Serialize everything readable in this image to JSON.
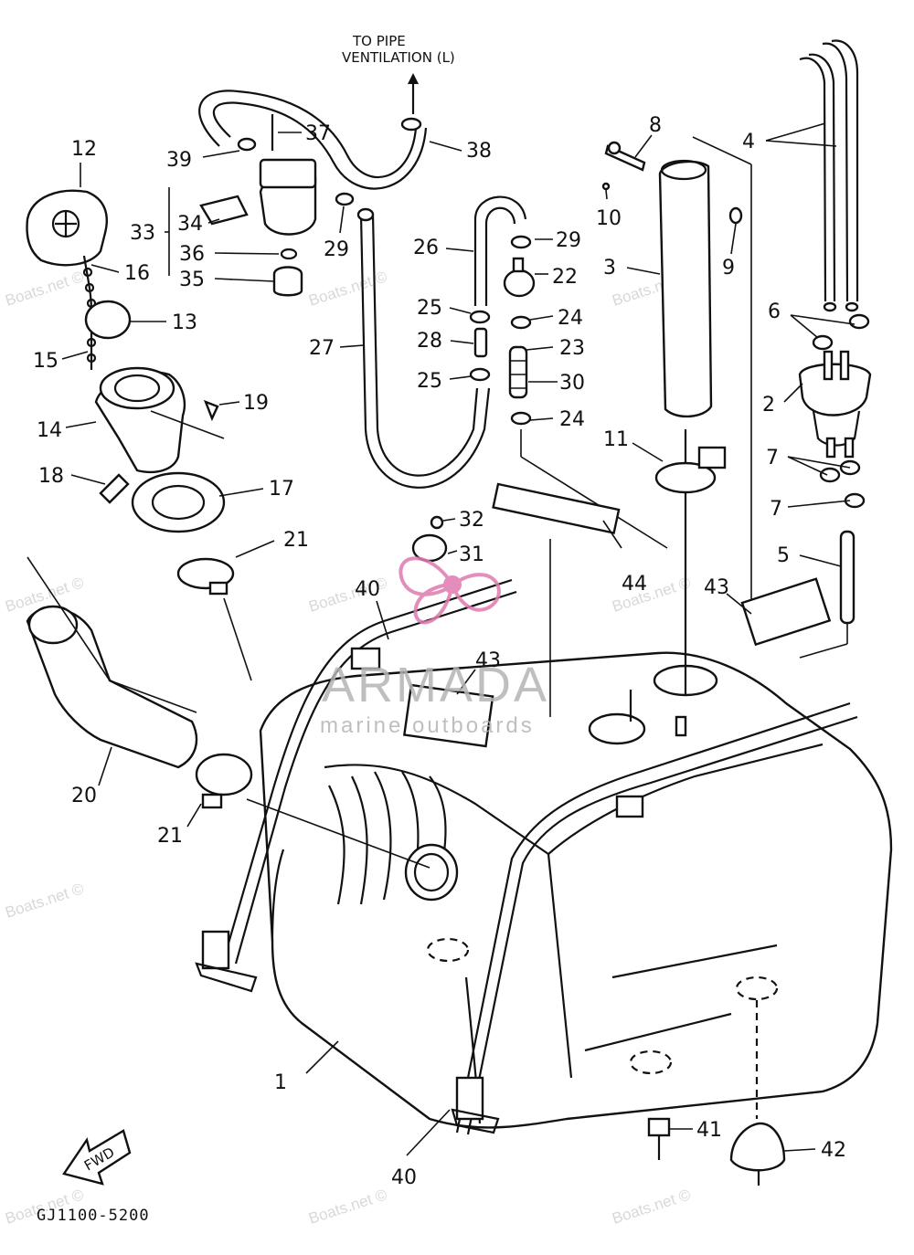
{
  "header": {
    "pipe_line1": "TO PIPE",
    "pipe_line2": "VENTILATION (L)"
  },
  "diagram_code": "GJ1100-5200",
  "fwd_label": "FWD",
  "watermark": {
    "text": "Boats.net ©",
    "color": "#d8d8d8"
  },
  "brand": {
    "name": "ARMADA",
    "tagline": "marine outboards",
    "color": "#e07ab0"
  },
  "callouts": [
    "1",
    "2",
    "3",
    "4",
    "5",
    "6",
    "7",
    "7",
    "8",
    "9",
    "10",
    "11",
    "12",
    "13",
    "14",
    "15",
    "16",
    "17",
    "18",
    "19",
    "20",
    "21",
    "21",
    "22",
    "23",
    "24",
    "24",
    "25",
    "25",
    "26",
    "27",
    "28",
    "29",
    "29",
    "30",
    "31",
    "32",
    "33",
    "34",
    "35",
    "36",
    "37",
    "38",
    "39",
    "40",
    "40",
    "41",
    "42",
    "43",
    "43",
    "44"
  ]
}
